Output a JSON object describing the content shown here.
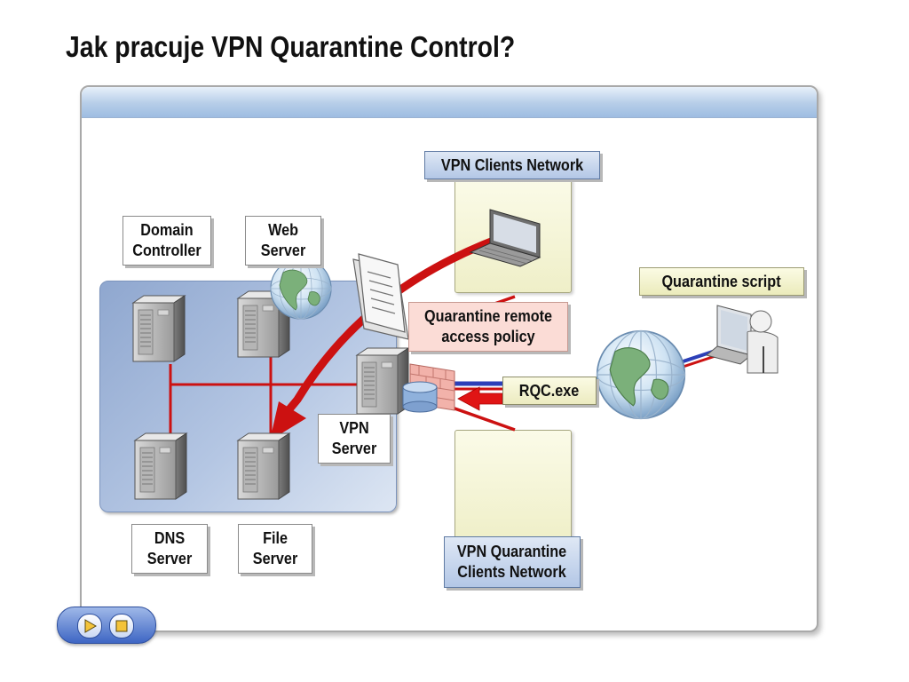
{
  "title": "Jak pracuje VPN Quarantine Control?",
  "labels": {
    "vpn_clients_network": "VPN Clients Network",
    "domain_controller": "Domain\nController",
    "web_server": "Web\nServer",
    "quarantine_policy": "Quarantine remote\naccess policy",
    "quarantine_script": "Quarantine script",
    "rqc_exe": "RQC.exe",
    "vpn_server": "VPN\nServer",
    "dns_server": "DNS\nServer",
    "file_server": "File\nServer",
    "vpn_quarantine_network": "VPN Quarantine\nClients Network"
  },
  "icons": {
    "server": "server-icon",
    "globe": "globe-icon",
    "laptop": "laptop-icon",
    "user": "user-icon",
    "document": "document-icon",
    "firewall": "firewall-icon",
    "database": "database-icon",
    "arrow": "arrow-icon"
  },
  "colors": {
    "link_red": "#cc1111",
    "link_blue": "#2c3fb8",
    "domain_fill": "#a9bcdc",
    "net_fill": "#f4f4d6",
    "header_blue": "#b6cde8"
  },
  "nav": {
    "play": "play-icon",
    "stop": "stop-icon"
  }
}
